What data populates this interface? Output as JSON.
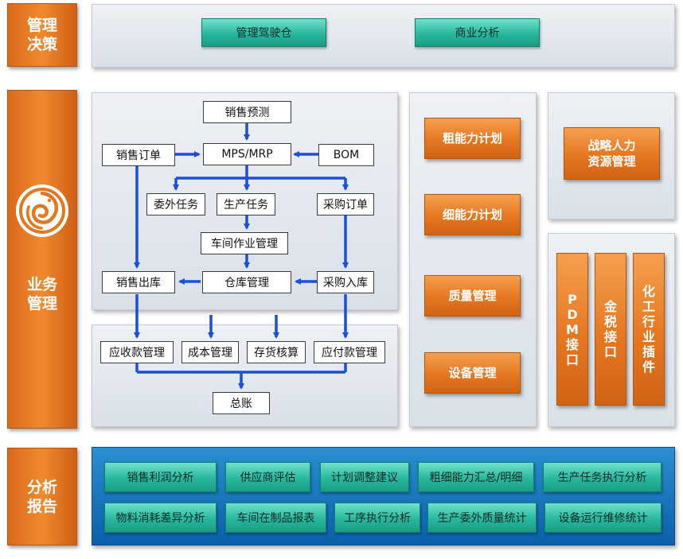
{
  "categories": {
    "decision": "管理\n决策",
    "business": "业务\n管理",
    "analysis": "分析\n报告"
  },
  "decision_items": [
    "管理驾驶仓",
    "商业分析"
  ],
  "flow": {
    "sales_forecast": "销售预测",
    "sales_order": "销售订单",
    "mps_mrp": "MPS/MRP",
    "bom": "BOM",
    "outsource_task": "委外任务",
    "production_task": "生产任务",
    "purchase_order": "采购订单",
    "workshop_mgmt": "车间作业管理",
    "sales_out": "销售出库",
    "warehouse_mgmt": "仓库管理",
    "purchase_in": "采购入库",
    "receivable": "应收款管理",
    "cost_mgmt": "成本管理",
    "inventory_acct": "存货核算",
    "payable": "应付款管理",
    "general_ledger": "总账"
  },
  "capacity_modules": [
    "粗能力计划",
    "细能力计划",
    "质量管理",
    "设备管理"
  ],
  "hr_module": "战略人力\n资源管理",
  "interfaces": [
    "P\nD\nM\n接\n口",
    "金\n税\n接\n口",
    "化\n工\n行\n业\n插\n件"
  ],
  "reports": {
    "row1": [
      "销售利润分析",
      "供应商评估",
      "计划调整建议",
      "粗细能力汇总/明细",
      "生产任务执行分析"
    ],
    "row2": [
      "物料消耗差异分析",
      "车间在制品报表",
      "工序执行分析",
      "生产委外质量统计",
      "设备运行维修统计"
    ]
  },
  "colors": {
    "orange": "#e57721",
    "teal": "#27b89d",
    "arrow_blue": "#1a4fd6",
    "report_panel": "#0a5fa9",
    "panel": "#dfe5ec"
  },
  "logo_icon": "dragon-swirl-logo-icon"
}
